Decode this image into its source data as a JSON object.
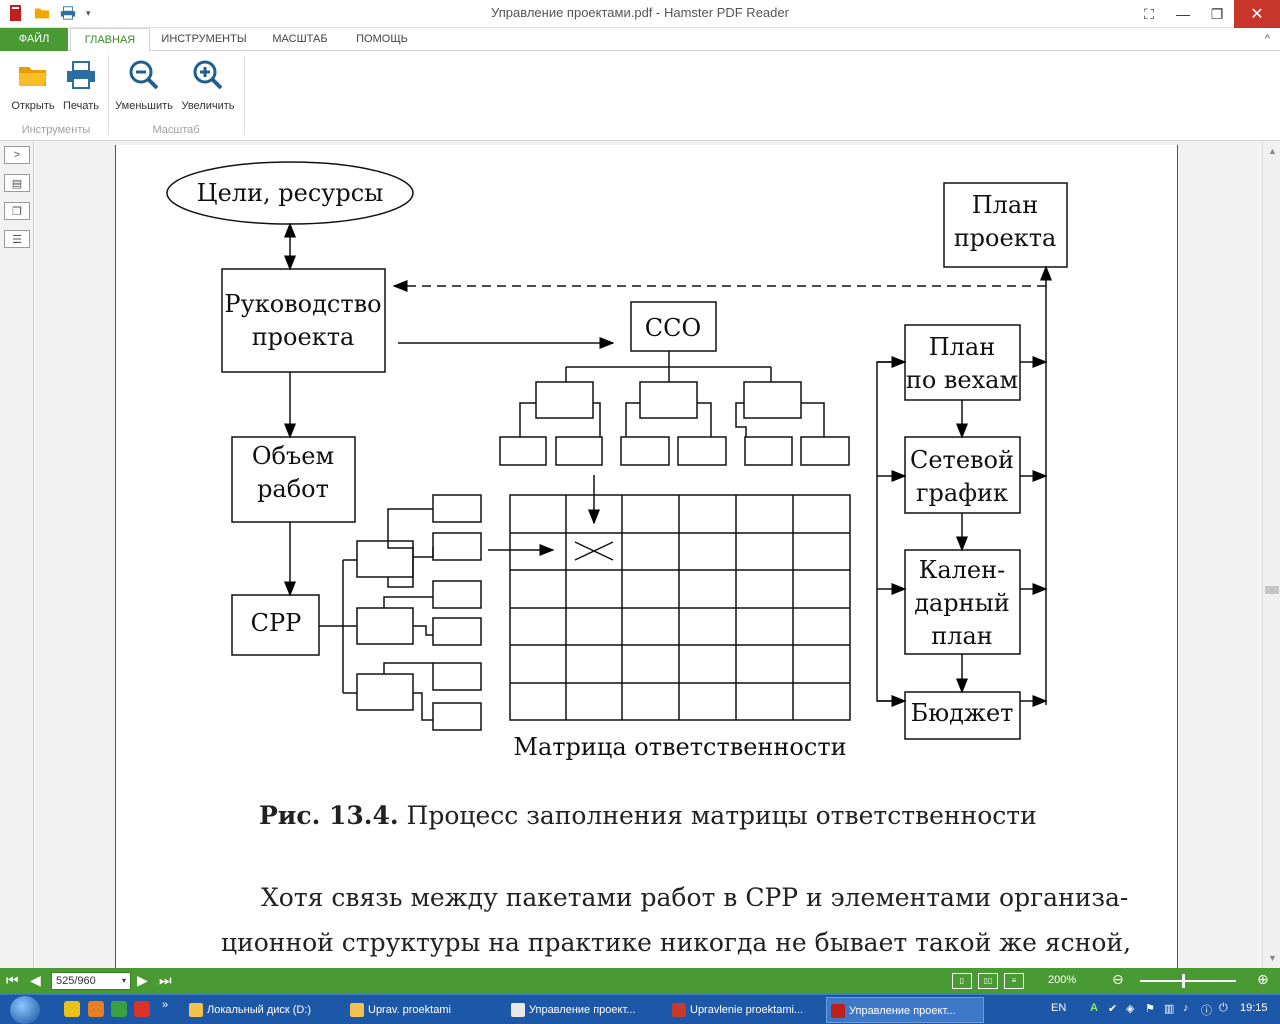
{
  "window": {
    "title": "Управление проектами.pdf - Hamster PDF Reader",
    "controls": [
      "⛶",
      "—",
      "❐",
      "✕"
    ]
  },
  "ribbon": {
    "tabs": [
      "ФАЙЛ",
      "ГЛАВНАЯ",
      "ИНСТРУМЕНТЫ",
      "МАСШТАБ",
      "ПОМОЩЬ"
    ],
    "buttons": {
      "open": "Открыть",
      "print": "Печать",
      "zoom_out": "Уменьшить",
      "zoom_in": "Увеличить"
    },
    "groups": {
      "tools": "Инструменты",
      "scale": "Масштаб"
    }
  },
  "document": {
    "diagram": {
      "goals": "Цели, ресурсы",
      "plan_project": [
        "План",
        "проекта"
      ],
      "management": [
        "Руководство",
        "проекта"
      ],
      "sso": "ССО",
      "scope": [
        "Объем",
        "работ"
      ],
      "wbs": "СРР",
      "milestone_plan": [
        "План",
        "по вехам"
      ],
      "network": [
        "Сетевой",
        "график"
      ],
      "calendar": [
        "Кален-",
        "дарный",
        "план"
      ],
      "budget": "Бюджет",
      "matrix_label": "Матрица ответственности"
    },
    "caption_bold": "Рис. 13.4.",
    "caption_text": " Процесс заполнения матрицы ответственности",
    "paragraph": [
      "Хотя связь между пакетами работ в СРР и элементами организа-",
      "ционной структуры на практике никогда не бывает такой же ясной,"
    ]
  },
  "navigation": {
    "page_indicator": "525/960",
    "zoom": "200%"
  },
  "taskbar": {
    "items": [
      "Локальный диск (D:)",
      "Uprav. proektami",
      "Управление проект...",
      "Upravlenie proektami...",
      "Управление проект..."
    ],
    "lang": "EN",
    "time": "19:15"
  },
  "colors": {
    "accent": "#4a9a33",
    "taskbar": "#1d57a8",
    "close": "#c8352b"
  }
}
